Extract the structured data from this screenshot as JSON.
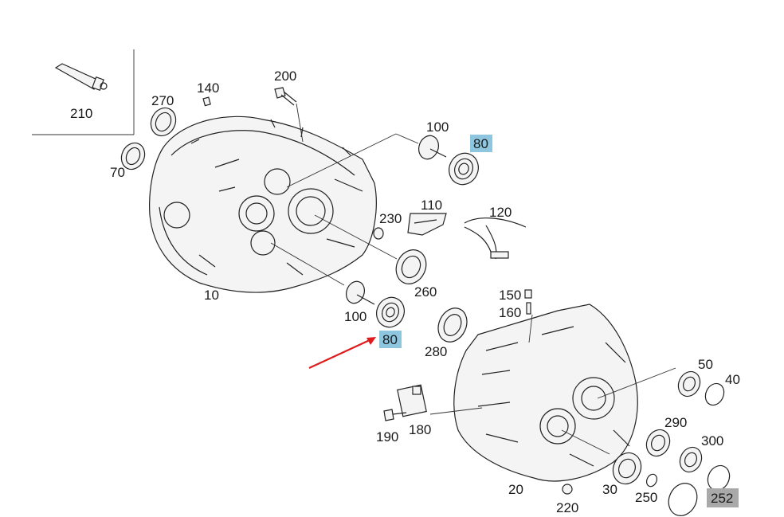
{
  "diagram": {
    "colors": {
      "highlight_fill": "#8ec5df",
      "secondary_highlight_fill": "#a9a9a9",
      "arrow": "#e01b1b",
      "line": "#222222"
    },
    "callouts": {
      "c210": "210",
      "c270": "270",
      "c140": "140",
      "c200": "200",
      "c70": "70",
      "c100_top": "100",
      "c80_top": "80",
      "c110": "110",
      "c120": "120",
      "c230": "230",
      "c10": "10",
      "c260": "260",
      "c100_mid": "100",
      "c80_mid": "80",
      "c150": "150",
      "c160": "160",
      "c280": "280",
      "c50": "50",
      "c40": "40",
      "c290": "290",
      "c300": "300",
      "c180": "180",
      "c190": "190",
      "c20": "20",
      "c30": "30",
      "c250": "250",
      "c252": "252",
      "c220": "220"
    }
  }
}
